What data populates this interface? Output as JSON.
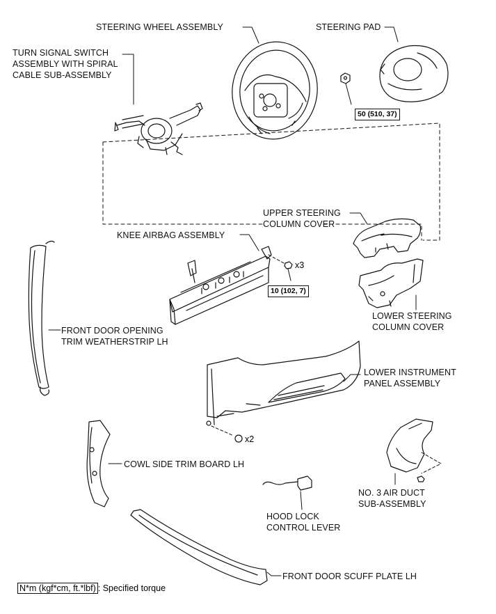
{
  "labels": {
    "steering_wheel_assembly": "STEERING WHEEL ASSEMBLY",
    "steering_pad": "STEERING PAD",
    "turn_signal_switch": [
      "TURN SIGNAL SWITCH",
      "ASSEMBLY WITH SPIRAL",
      "CABLE SUB-ASSEMBLY"
    ],
    "upper_steering_column_cover": [
      "UPPER STEERING",
      "COLUMN COVER"
    ],
    "knee_airbag_assembly": "KNEE AIRBAG ASSEMBLY",
    "lower_steering_column_cover": [
      "LOWER STEERING",
      "COLUMN COVER"
    ],
    "front_door_opening_trim": [
      "FRONT DOOR OPENING",
      "TRIM WEATHERSTRIP LH"
    ],
    "lower_instrument_panel_assembly": [
      "LOWER INSTRUMENT",
      "PANEL ASSEMBLY"
    ],
    "cowl_side_trim_board": "COWL SIDE TRIM BOARD LH",
    "no3_air_duct": [
      "NO. 3 AIR DUCT",
      "SUB-ASSEMBLY"
    ],
    "hood_lock_control_lever": [
      "HOOD LOCK",
      "CONTROL LEVER"
    ],
    "front_door_scuff_plate": "FRONT DOOR SCUFF PLATE LH"
  },
  "torque": {
    "steering_wheel_nut": "50 (510, 37)",
    "knee_airbag_bolt": "10 (102, 7)"
  },
  "quantities": {
    "knee_airbag_bolts": "x3",
    "lower_panel_screws": "x2"
  },
  "legend": {
    "units": "N*m (kgf*cm, ft.*lbf)",
    "text": ": Specified torque"
  }
}
